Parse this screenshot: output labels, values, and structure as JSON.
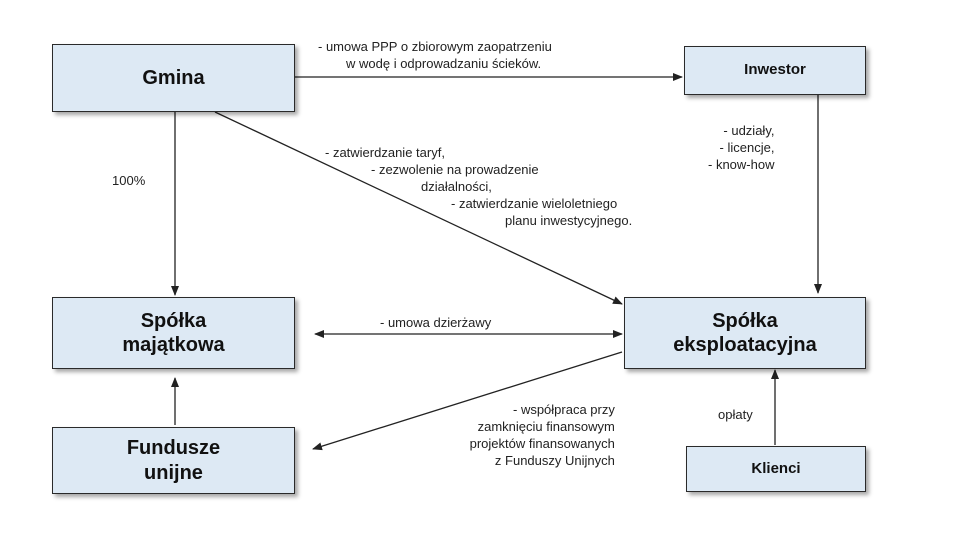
{
  "nodes": {
    "gmina": "Gmina",
    "inwestor": "Inwestor",
    "spolka_majatkowa": [
      "Spółka",
      "majątkowa"
    ],
    "spolka_eksploatacyjna": [
      "Spółka",
      "eksploatacyjna"
    ],
    "fundusze_unijne": [
      "Fundusze",
      "unijne"
    ],
    "klienci": "Klienci"
  },
  "edges": {
    "gmina_inwestor": [
      "- umowa PPP o zbiorowym zaopatrzeniu",
      "w wodę i odprowadzaniu ścieków."
    ],
    "gmina_majatkowa": "100%",
    "gmina_eksploatacyjna": [
      "- zatwierdzanie taryf,",
      "- zezwolenie na prowadzenie",
      "działalności,",
      "- zatwierdzanie wieloletniego",
      "planu inwestycyjnego."
    ],
    "inwestor_eksploatacyjna": [
      "- udziały,",
      "- licencje,",
      "- know-how"
    ],
    "dzierzawa": "- umowa dzierżawy",
    "eksploatacyjna_fundusze": [
      "- współpraca przy",
      "zamknięciu finansowym",
      "projektów finansowanych",
      "z Funduszy Unijnych"
    ],
    "klienci_eksploatacyjna": "opłaty"
  }
}
